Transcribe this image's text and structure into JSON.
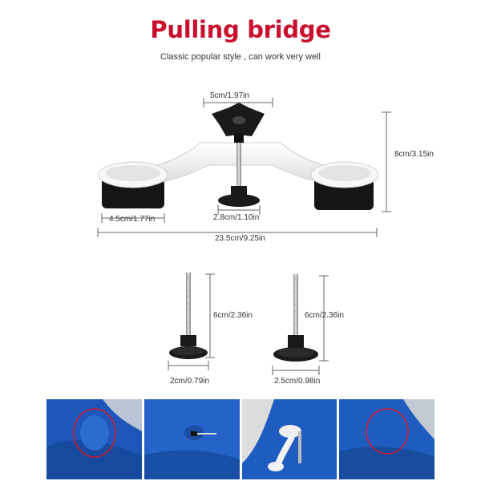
{
  "header": {
    "title": "Pulling bridge",
    "subtitle": "Classic popular style  , can work very well"
  },
  "dimensions": {
    "knob_width": "5cm/1.97in",
    "height": "8cm/3.15in",
    "foot_width": "4.5cm/1.77in",
    "tab_width": "2.8cm/1.10in",
    "total_length": "23.5cm/9.25in",
    "bolt1_length": "6cm/2.36in",
    "bolt2_length": "6cm/2.36in",
    "bolt1_base": "2cm/0.79in",
    "bolt2_base": "2.5cm/0.98in"
  },
  "colors": {
    "title": "#c8102e",
    "bridge": "#f4f4f4",
    "rubber": "#1a1a1a",
    "car_blue": "#1f5cc0",
    "highlight_circle": "#d0182a"
  },
  "photos": [
    {
      "name": "dent-marked"
    },
    {
      "name": "tab-glued"
    },
    {
      "name": "bridge-attached"
    },
    {
      "name": "dent-repaired"
    }
  ]
}
